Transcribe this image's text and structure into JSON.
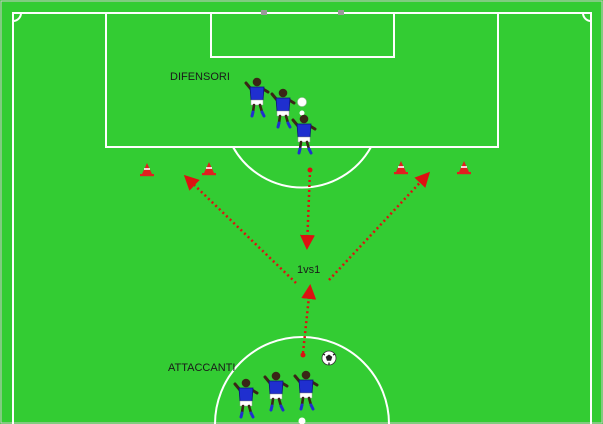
{
  "labels": {
    "defenders": "DIFENSORI",
    "duel": "1vs1",
    "attackers": "ATTACCANTI"
  },
  "colors": {
    "pitch": "#33cc33",
    "lines": "#ffffff",
    "arrows": "#dd1111",
    "player_shirt": "#1f2fcf",
    "player_skin": "#3a2616",
    "player_shorts": "#ffffff",
    "cone": "#e02020"
  },
  "icons": [
    "player-figure-icon",
    "cone-icon",
    "soccer-ball-icon",
    "goal-post-icon"
  ]
}
